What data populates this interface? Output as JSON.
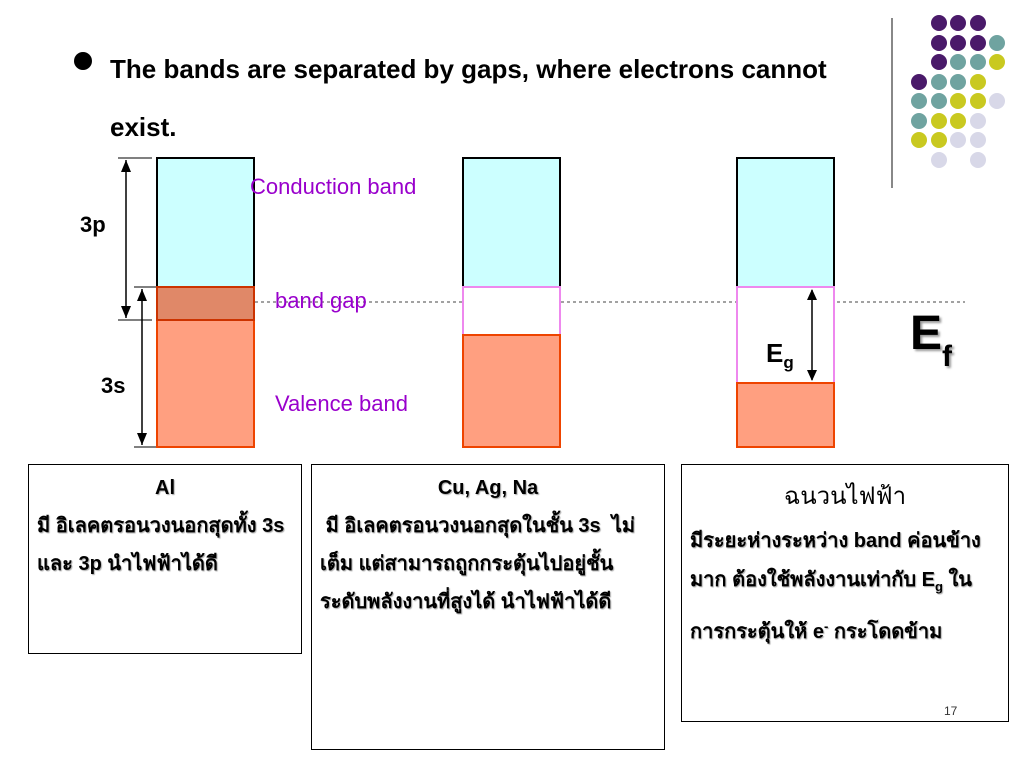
{
  "bullet": {
    "text": "The bands are separated by gaps, where electrons cannot exist."
  },
  "labels": {
    "conduction_band": "Conduction band",
    "band_gap": "band gap",
    "valence_band": "Valence band",
    "p3": "3p",
    "s3": "3s",
    "ef_main": "E",
    "ef_sub": "f",
    "eg_main": "E",
    "eg_sub": "g"
  },
  "colors": {
    "conduction": "#ccffff",
    "valence": "#ff9f80",
    "overlap": "#e08868",
    "purple": "#9900cc",
    "gap_border": "#ee88ee"
  },
  "boxes": {
    "al": {
      "title": "Al",
      "body": "มี อิเลคตรอนวงนอกสุดทั้ง 3s และ 3p นำไฟฟ้าได้ดี"
    },
    "cu": {
      "title": "Cu, Ag, Na",
      "body": " มี อิเลคตรอนวงนอกสุดในชั้น 3s  ไม่เต็ม แต่สามารถถูกกระตุ้นไปอยู่ชั้นระดับพลังงานที่สูงได้ นำไฟฟ้าได้ดี"
    },
    "insulator": {
      "title": "ฉนวนไฟฟ้า",
      "line1": "มีระยะห่างระหว่าง band ค่อนข้างมาก ต้องใช้พลังงานเท่ากับ ",
      "eg_main": "E",
      "eg_sub": "g",
      "line2": " ในการกระตุ้นให้ ",
      "e_main": "e",
      "e_sup": "-",
      "line3": " กระโดดข้าม"
    }
  },
  "slide_number": "17"
}
